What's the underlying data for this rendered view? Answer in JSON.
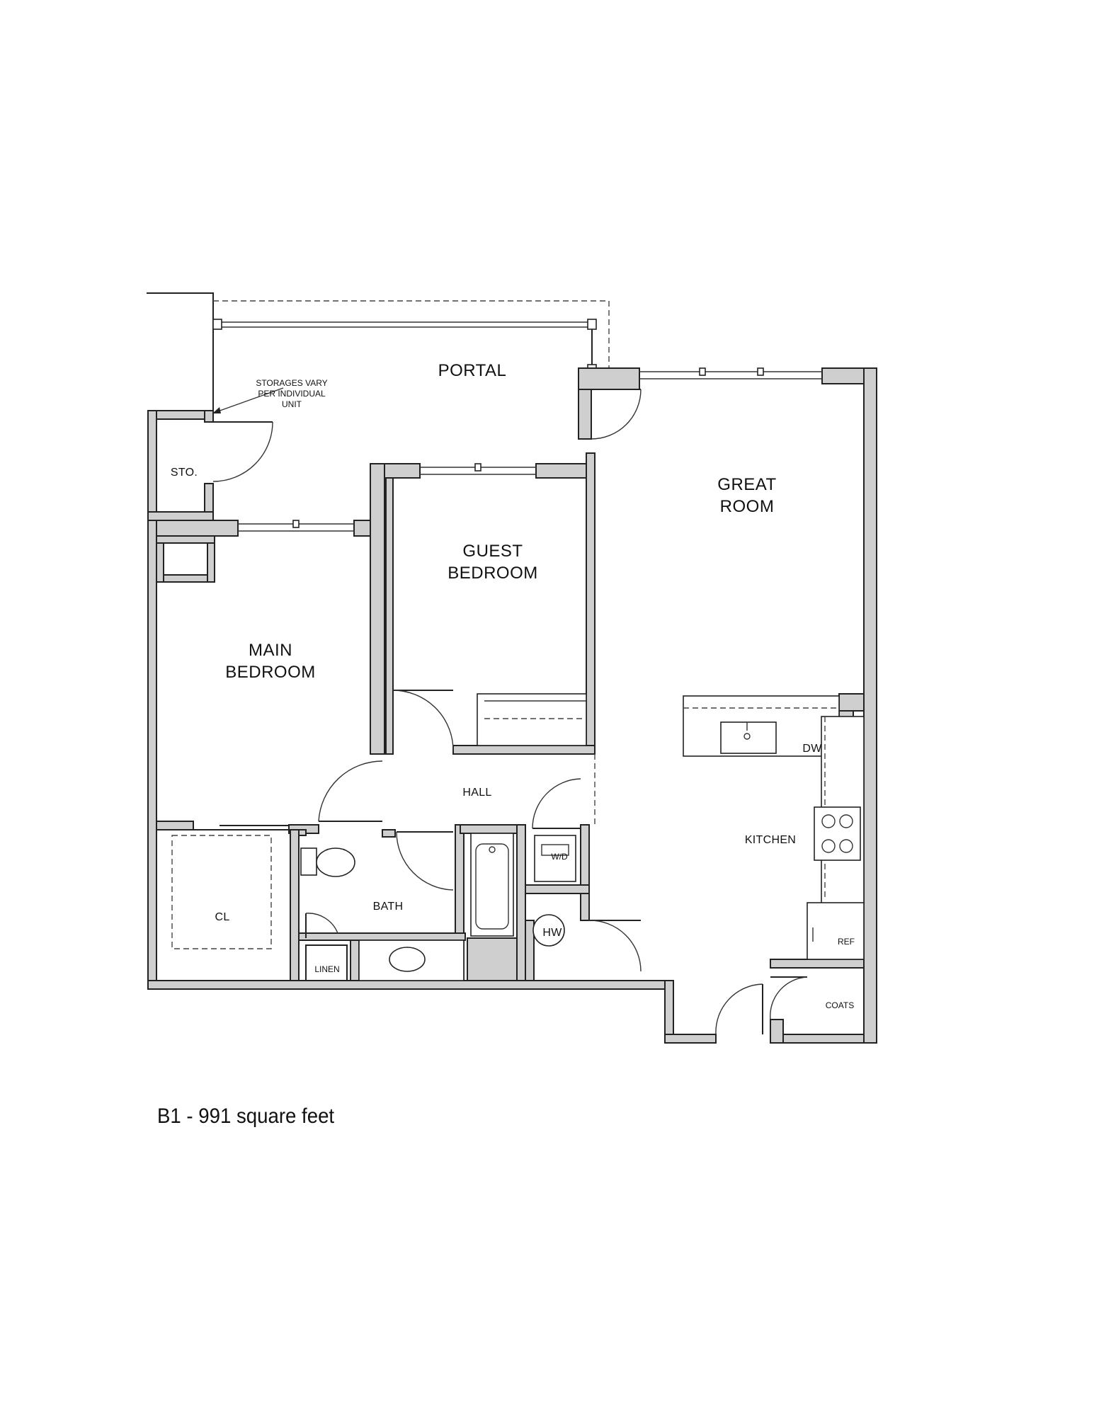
{
  "rooms": {
    "portal": "PORTAL",
    "storage_note": [
      "STORAGES VARY",
      "PER INDIVIDUAL",
      "UNIT"
    ],
    "storage": "STO.",
    "great_room": [
      "GREAT",
      "ROOM"
    ],
    "guest_bedroom": [
      "GUEST",
      "BEDROOM"
    ],
    "main_bedroom": [
      "MAIN",
      "BEDROOM"
    ],
    "hall": "HALL",
    "kitchen": "KITCHEN",
    "dishwasher": "DW",
    "washer_dryer": "W/D",
    "bath": "BATH",
    "closet": "CL",
    "water_heater": "HW",
    "linen": "LINEN",
    "refrigerator": "REF",
    "coats": "COATS"
  },
  "caption": "B1 - 991 square feet"
}
